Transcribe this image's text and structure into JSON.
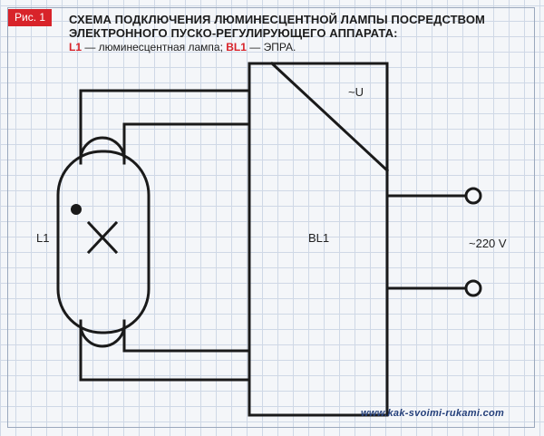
{
  "figure_tag": "Рис. 1",
  "title_line1": "СХЕМА ПОДКЛЮЧЕНИЯ ЛЮМИНЕСЦЕНТНОЙ ЛАМПЫ ПОСРЕДСТВОМ",
  "title_line2": "ЭЛЕКТРОННОГО ПУСКО-РЕГУЛИРУЮЩЕГО АППАРАТА:",
  "legend": {
    "l1_code": "L1",
    "l1_text": " — люминесцентная лампа; ",
    "bl1_code": "BL1",
    "bl1_text": " — ЭПРА."
  },
  "labels": {
    "lamp": "L1",
    "ballast": "BL1",
    "ballast_symbol": "~U",
    "supply": "~220 V"
  },
  "watermark": "www.kak-svoimi-rukami.com",
  "colors": {
    "accent_red": "#d8232a",
    "line": "#1a1a1a",
    "grid": "#cfd8e6",
    "watermark": "#243f7a"
  }
}
